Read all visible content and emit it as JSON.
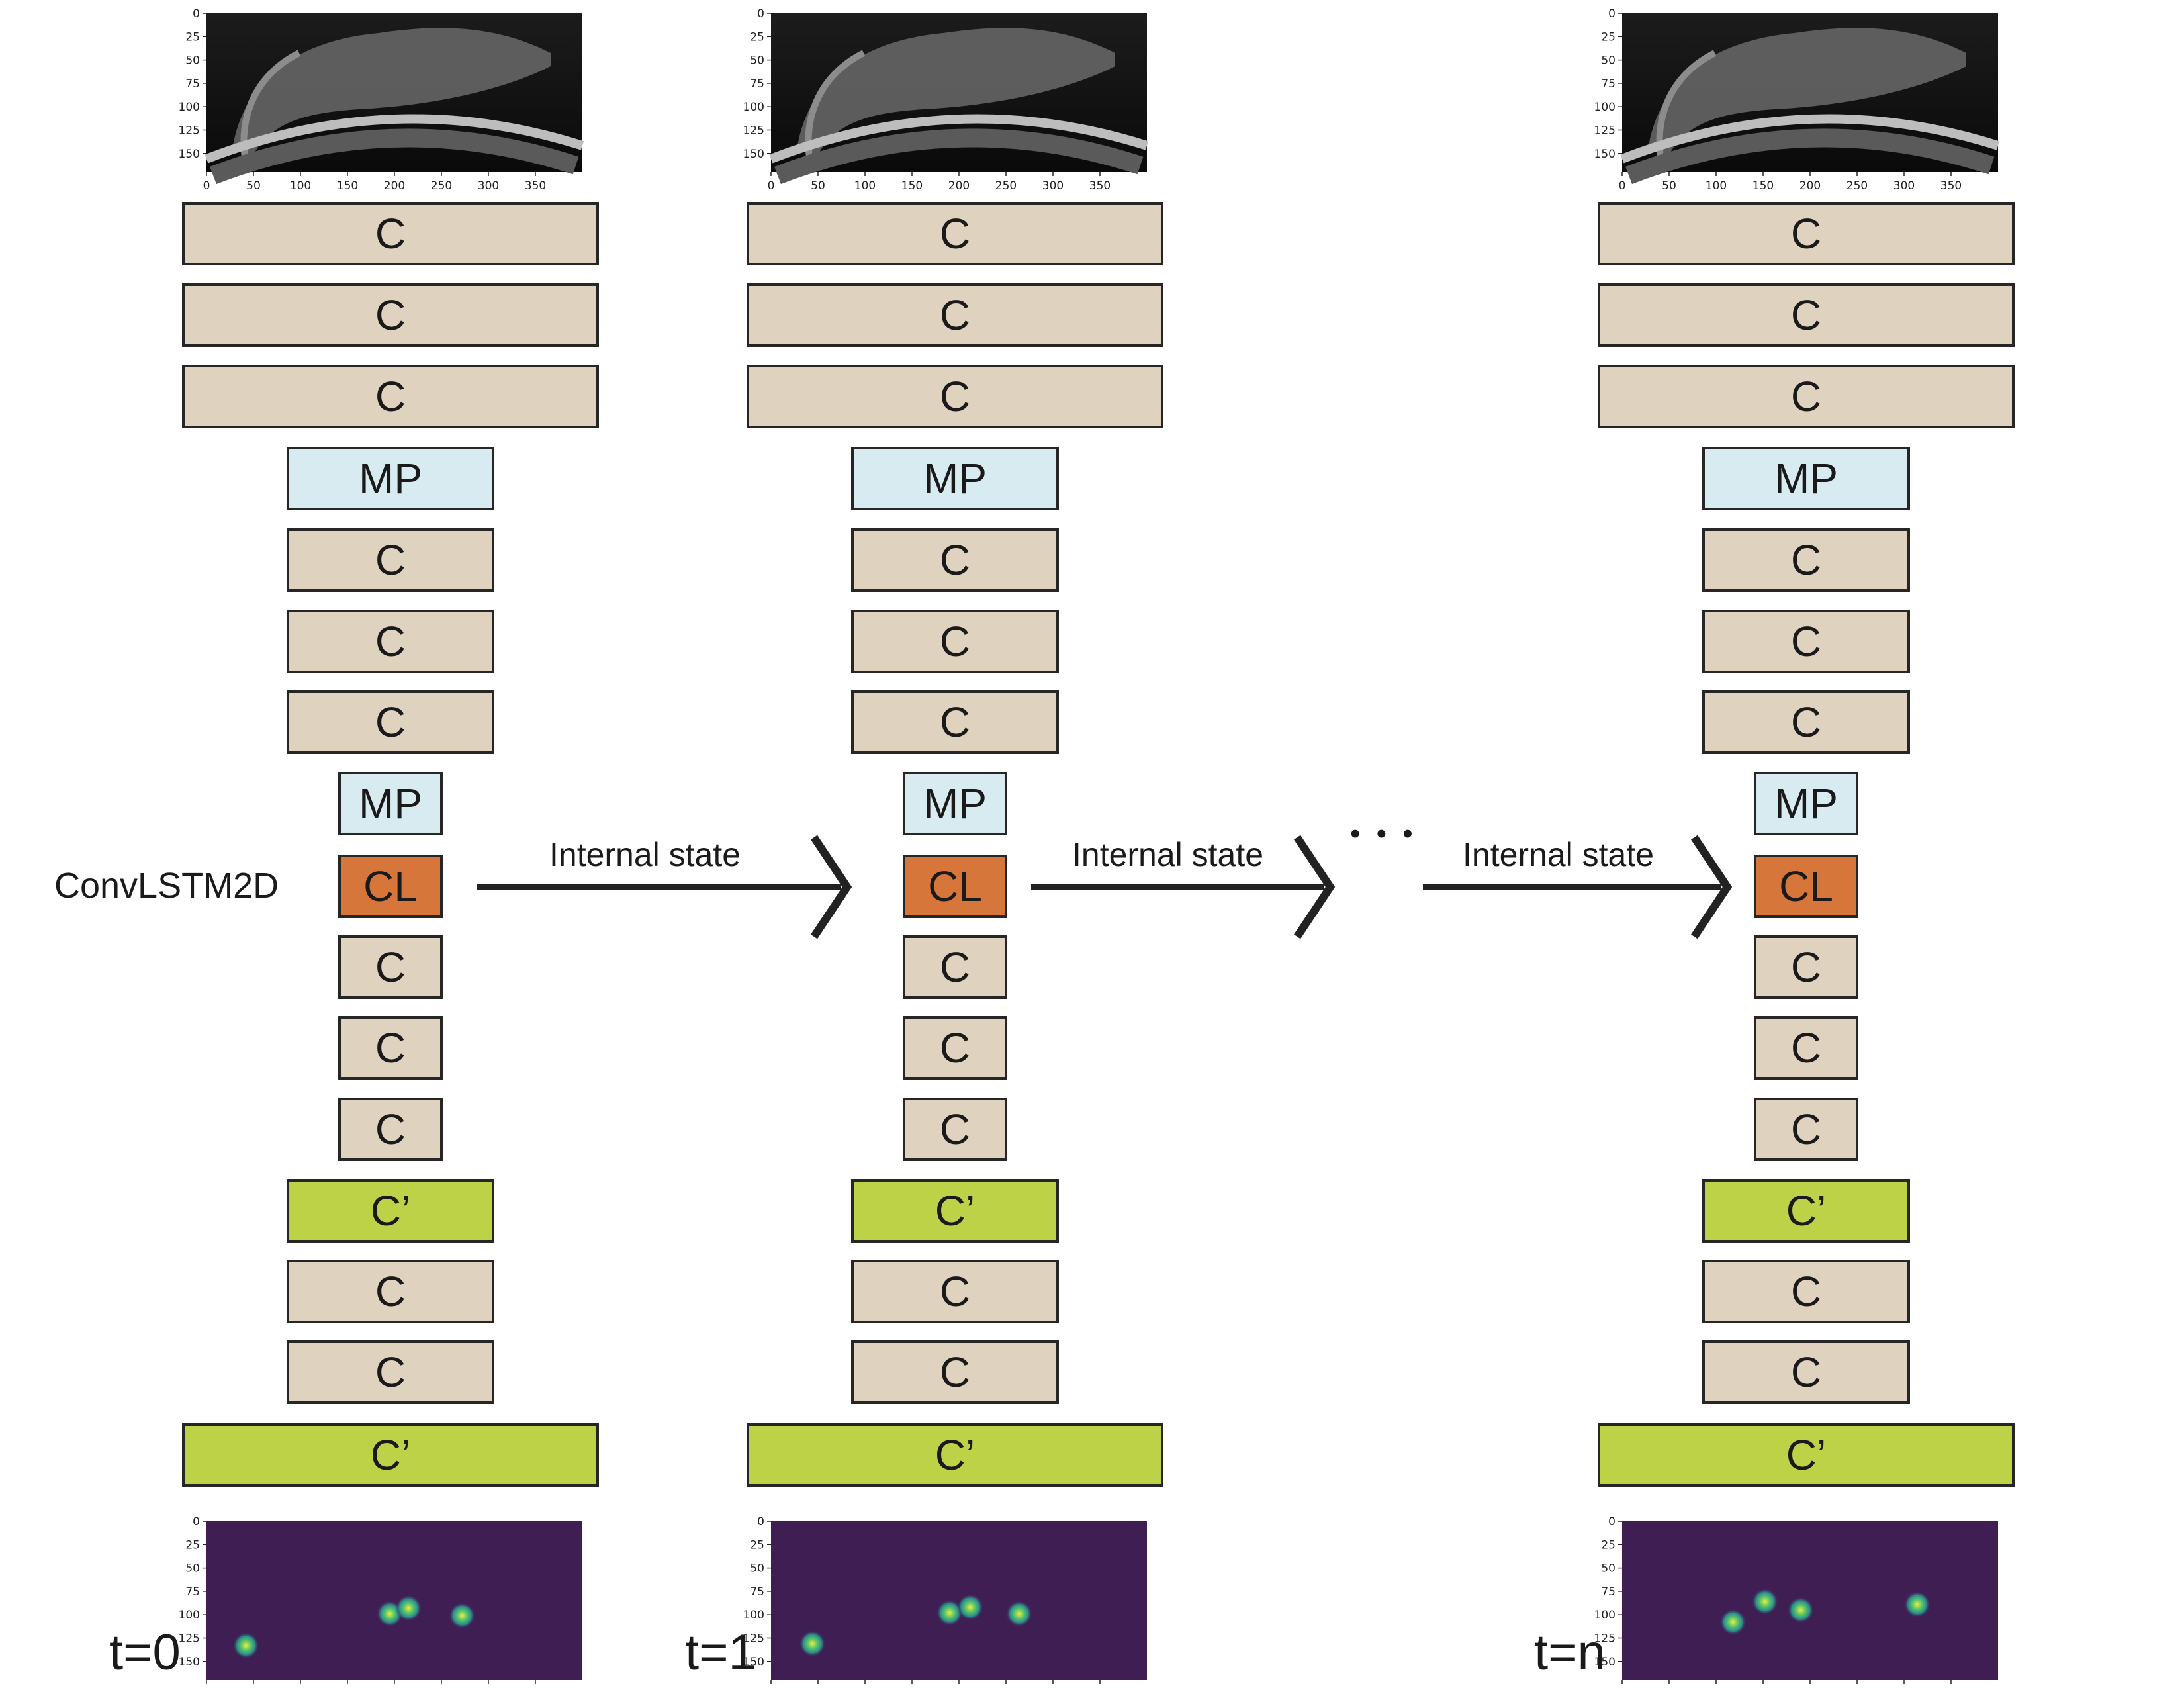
{
  "side_label": "ConvLSTM2D",
  "columns": [
    {
      "time_label": "t=0",
      "layers": [
        {
          "label": "C",
          "kind": "conv"
        },
        {
          "label": "C",
          "kind": "conv"
        },
        {
          "label": "C",
          "kind": "conv"
        },
        {
          "label": "MP",
          "kind": "pool"
        },
        {
          "label": "C",
          "kind": "conv"
        },
        {
          "label": "C",
          "kind": "conv"
        },
        {
          "label": "C",
          "kind": "conv"
        },
        {
          "label": "MP",
          "kind": "pool"
        },
        {
          "label": "CL",
          "kind": "lstm"
        },
        {
          "label": "C",
          "kind": "conv"
        },
        {
          "label": "C",
          "kind": "conv"
        },
        {
          "label": "C",
          "kind": "conv"
        },
        {
          "label": "C’",
          "kind": "tconv"
        },
        {
          "label": "C",
          "kind": "conv"
        },
        {
          "label": "C",
          "kind": "conv"
        },
        {
          "label": "C’",
          "kind": "tconv"
        }
      ],
      "heatmap_points": [
        [
          42,
          133
        ],
        [
          195,
          99
        ],
        [
          215,
          93
        ],
        [
          272,
          101
        ]
      ]
    },
    {
      "time_label": "t=1",
      "layers": [
        {
          "label": "C",
          "kind": "conv"
        },
        {
          "label": "C",
          "kind": "conv"
        },
        {
          "label": "C",
          "kind": "conv"
        },
        {
          "label": "MP",
          "kind": "pool"
        },
        {
          "label": "C",
          "kind": "conv"
        },
        {
          "label": "C",
          "kind": "conv"
        },
        {
          "label": "C",
          "kind": "conv"
        },
        {
          "label": "MP",
          "kind": "pool"
        },
        {
          "label": "CL",
          "kind": "lstm"
        },
        {
          "label": "C",
          "kind": "conv"
        },
        {
          "label": "C",
          "kind": "conv"
        },
        {
          "label": "C",
          "kind": "conv"
        },
        {
          "label": "C’",
          "kind": "tconv"
        },
        {
          "label": "C",
          "kind": "conv"
        },
        {
          "label": "C",
          "kind": "conv"
        },
        {
          "label": "C’",
          "kind": "tconv"
        }
      ],
      "heatmap_points": [
        [
          44,
          131
        ],
        [
          190,
          98
        ],
        [
          212,
          92
        ],
        [
          264,
          99
        ]
      ]
    },
    {
      "time_label": "t=n",
      "layers": [
        {
          "label": "C",
          "kind": "conv"
        },
        {
          "label": "C",
          "kind": "conv"
        },
        {
          "label": "C",
          "kind": "conv"
        },
        {
          "label": "MP",
          "kind": "pool"
        },
        {
          "label": "C",
          "kind": "conv"
        },
        {
          "label": "C",
          "kind": "conv"
        },
        {
          "label": "C",
          "kind": "conv"
        },
        {
          "label": "MP",
          "kind": "pool"
        },
        {
          "label": "CL",
          "kind": "lstm"
        },
        {
          "label": "C",
          "kind": "conv"
        },
        {
          "label": "C",
          "kind": "conv"
        },
        {
          "label": "C",
          "kind": "conv"
        },
        {
          "label": "C’",
          "kind": "tconv"
        },
        {
          "label": "C",
          "kind": "conv"
        },
        {
          "label": "C",
          "kind": "conv"
        },
        {
          "label": "C’",
          "kind": "tconv"
        }
      ],
      "heatmap_points": [
        [
          118,
          108
        ],
        [
          152,
          86
        ],
        [
          190,
          95
        ],
        [
          314,
          89
        ]
      ]
    }
  ],
  "arrows": [
    {
      "label": "Internal state"
    },
    {
      "label": "Internal state"
    },
    {
      "label": "Internal state"
    }
  ],
  "ellipsis": "• • •",
  "axes": {
    "x_ticks": [
      "0",
      "50",
      "100",
      "150",
      "200",
      "250",
      "300",
      "350"
    ],
    "y_ticks": [
      "0",
      "25",
      "50",
      "75",
      "100",
      "125",
      "150"
    ]
  },
  "colors": {
    "conv": "#dfd3c0",
    "pool": "#d8ebf1",
    "lstm": "#d7763a",
    "tconv": "#bdd247",
    "heatmap_bg": "#3f1e54",
    "arrow": "#222222"
  }
}
